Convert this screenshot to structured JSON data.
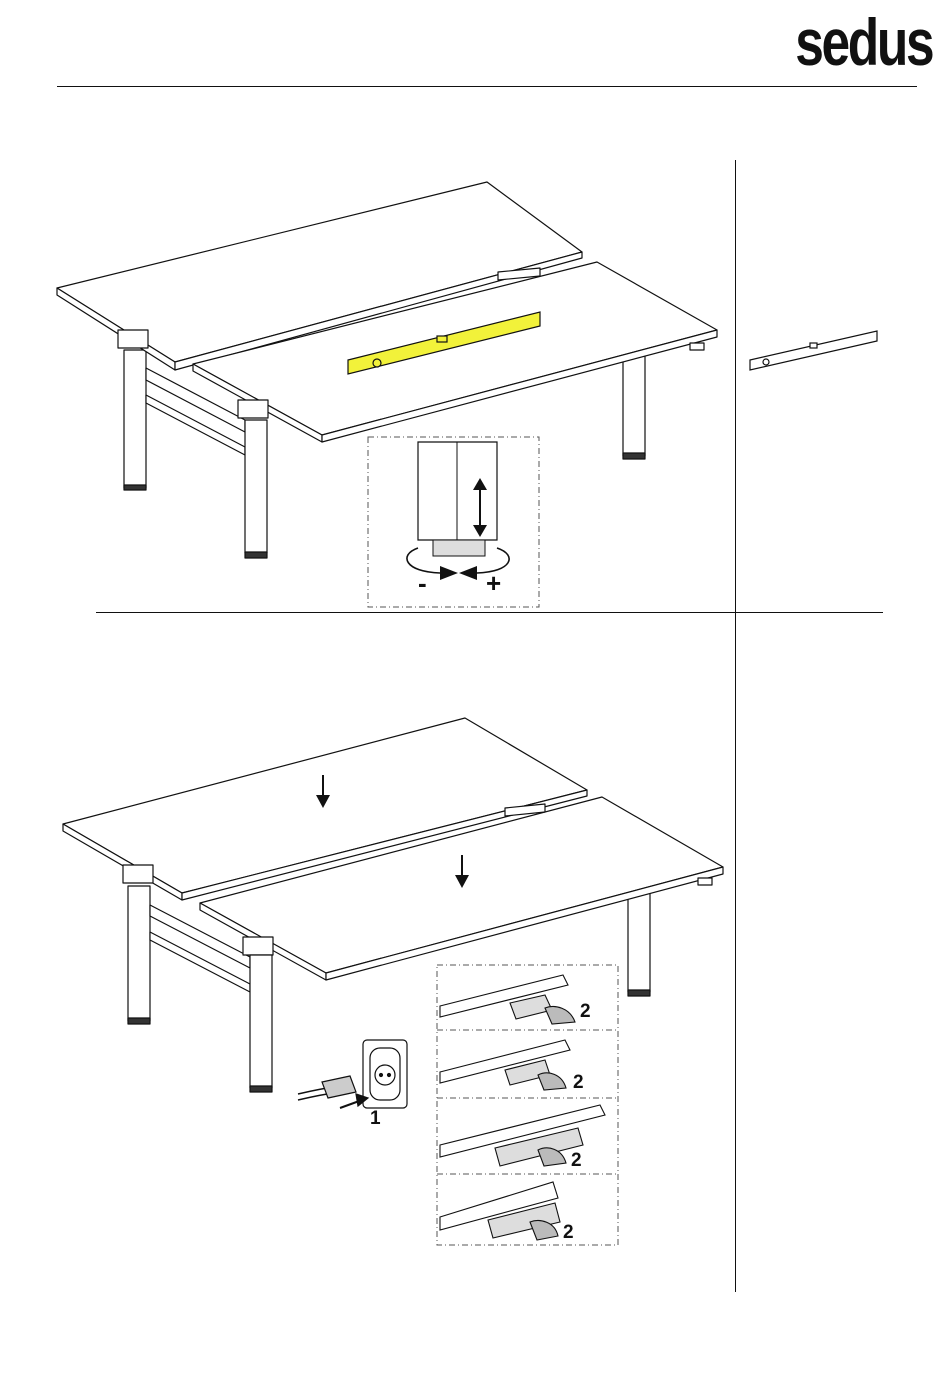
{
  "header": {
    "logo_text": "sedus"
  },
  "step1": {
    "minus": "-",
    "plus": "+"
  },
  "step2": {
    "labels": [
      "2",
      "1",
      "2",
      "2",
      "2"
    ]
  },
  "colors": {
    "spirit_level": "#f2f23a",
    "line": "#111111"
  },
  "icons": [
    "spirit-level-icon",
    "adjust-foot-icon",
    "power-plug-icon",
    "hand-press-icon"
  ]
}
